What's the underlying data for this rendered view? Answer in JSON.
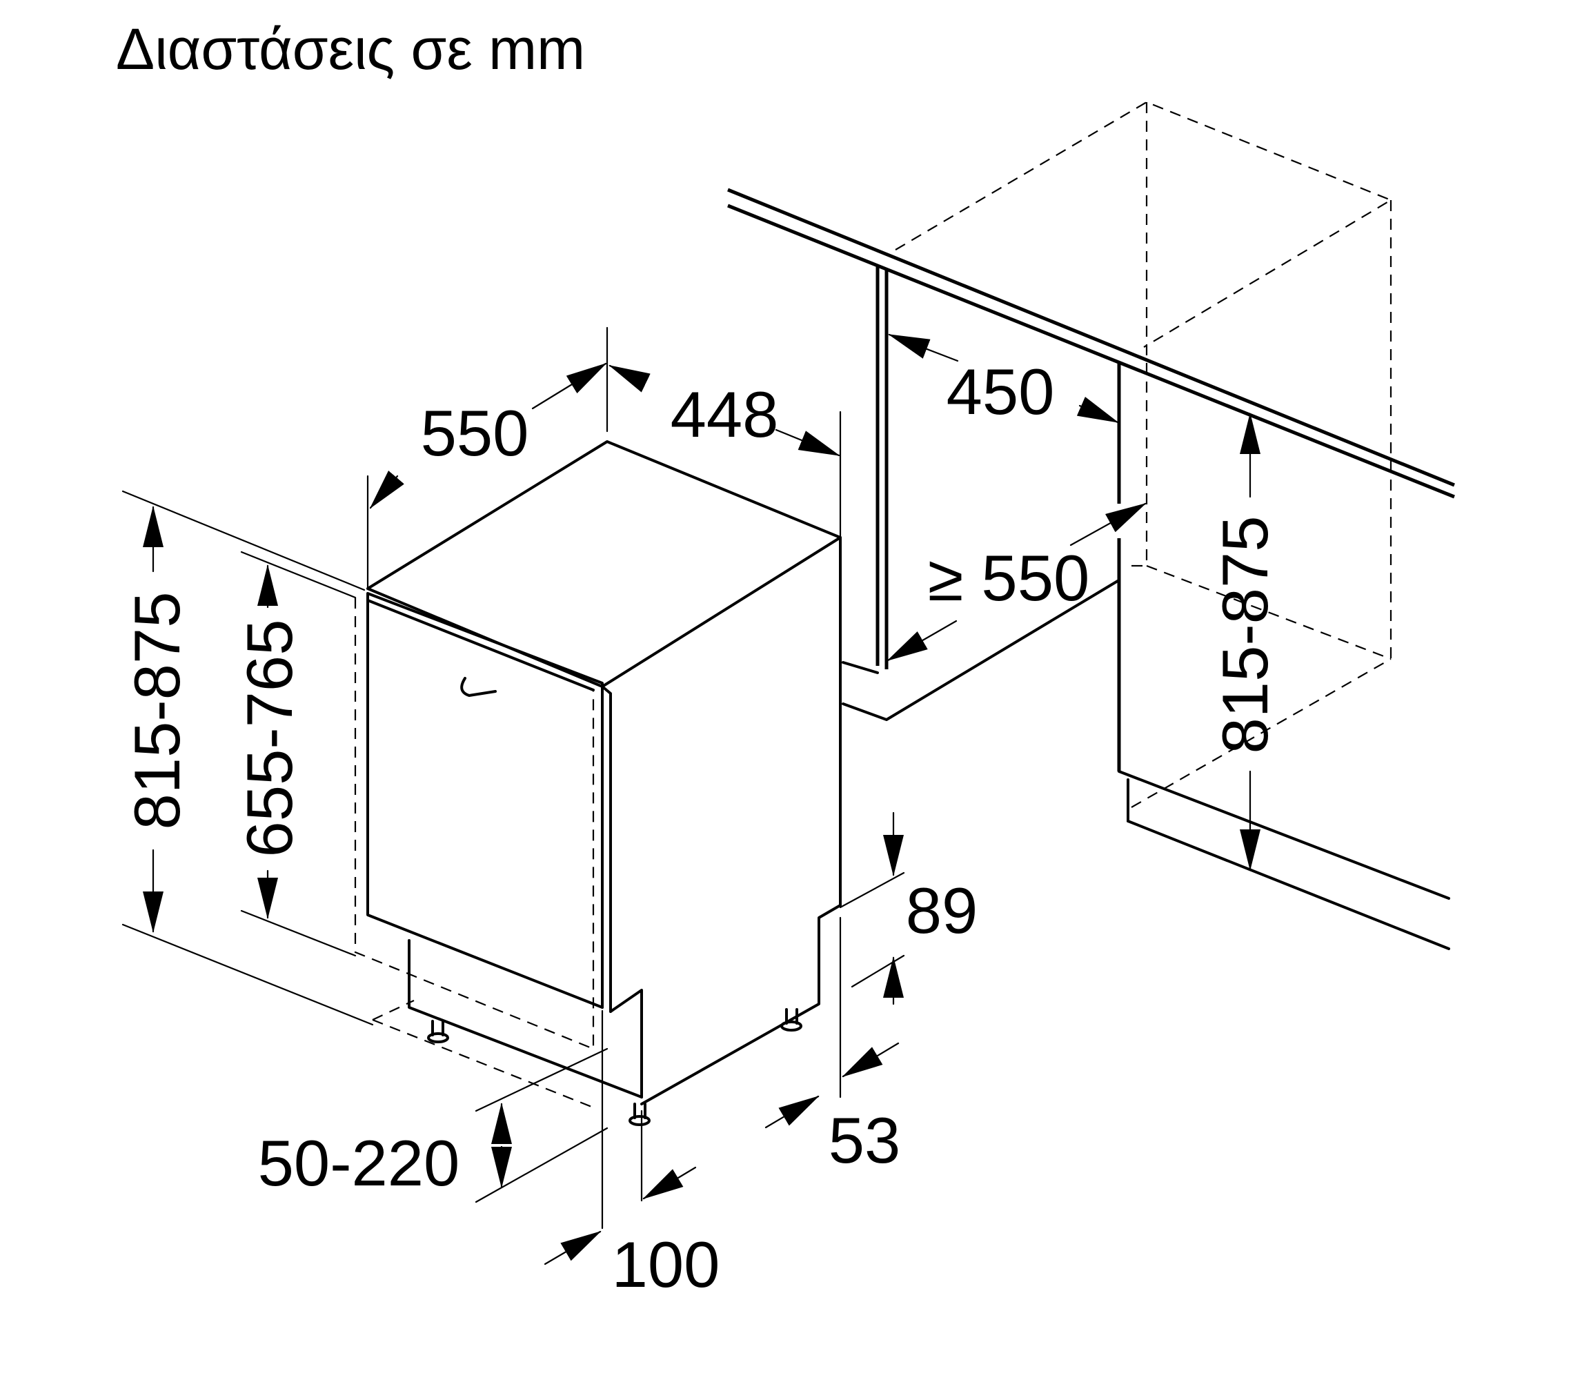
{
  "title": "Διαστάσεις σε mm",
  "dimensions": {
    "width": "448",
    "depth": "550",
    "total_height": "815-875",
    "door_height": "655-765",
    "plinth_height": "50-220",
    "plinth_depth": "100",
    "toe_recess_height": "89",
    "toe_recess_depth": "53",
    "niche_width": "450",
    "niche_depth": "≥ 550",
    "niche_height": "815-875"
  },
  "colors": {
    "line": "#000000",
    "background": "#ffffff"
  }
}
